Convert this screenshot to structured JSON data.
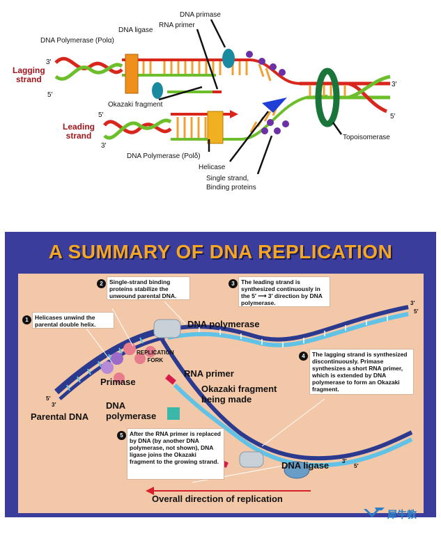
{
  "top_diagram": {
    "labels": {
      "dna_primase": "DNA primase",
      "rna_primer": "RNA primer",
      "dna_ligase": "DNA ligase",
      "dna_pol_alpha": "DNA Polymerase (Polα)",
      "okazaki_fragment": "Okazaki fragment",
      "dna_pol_delta": "DNA Polymerase (Polδ)",
      "helicase": "Helicase",
      "ssb": "Single strand,\nBinding proteins",
      "topoisomerase": "Topoisomerase"
    },
    "strands": {
      "lagging": "Lagging\nstrand",
      "leading": "Leading\nstrand"
    },
    "primes": {
      "three": "3′",
      "five": "5′"
    },
    "colors": {
      "strand_red": "#d9261c",
      "strand_green": "#6cbf2a",
      "rung_orange": "#f0a030",
      "protein_purple": "#6b2fa6",
      "enzyme_teal": "#1a8aa0"
    }
  },
  "summary": {
    "title": "A SUMMARY OF DNA REPLICATION",
    "notes": {
      "n1": "Helicases unwind the parental double helix.",
      "n2": "Single-strand binding proteins stabilize the unwound parental DNA.",
      "n3": "The leading strand is synthesized continuously in the 5′ ⟶ 3′ direction by DNA polymerase.",
      "n4": "The lagging strand is synthesized discontinuously. Primase synthesizes a short RNA primer, which is extended by DNA polymerase to form an Okazaki fragment.",
      "n5": "After the RNA primer is replaced by DNA (by another DNA polymerase, not shown), DNA ligase joins the Okazaki fragment to the growing strand."
    },
    "badges": [
      "1",
      "2",
      "3",
      "4",
      "5"
    ],
    "labels": {
      "dna_polymerase_top": "DNA polymerase",
      "replication_fork": "REPLICATION\nFORK",
      "rna_primer": "RNA primer",
      "primase": "Primase",
      "okazaki": "Okazaki fragment\nbeing made",
      "dna_polymerase_bottom": "DNA\npolymerase",
      "parental_dna": "Parental DNA",
      "dna_ligase": "DNA ligase",
      "overall_direction": "Overall direction of replication"
    },
    "primes": {
      "three": "3′",
      "five": "5′"
    },
    "colors": {
      "panel_blue": "#3a3d9c",
      "title_orange": "#f5a623",
      "background_peach": "#f3c8a8",
      "dna_dark_blue": "#2b3a8f",
      "dna_light_blue": "#5fc2e6"
    }
  },
  "watermark": {
    "text": "犀牛教"
  }
}
